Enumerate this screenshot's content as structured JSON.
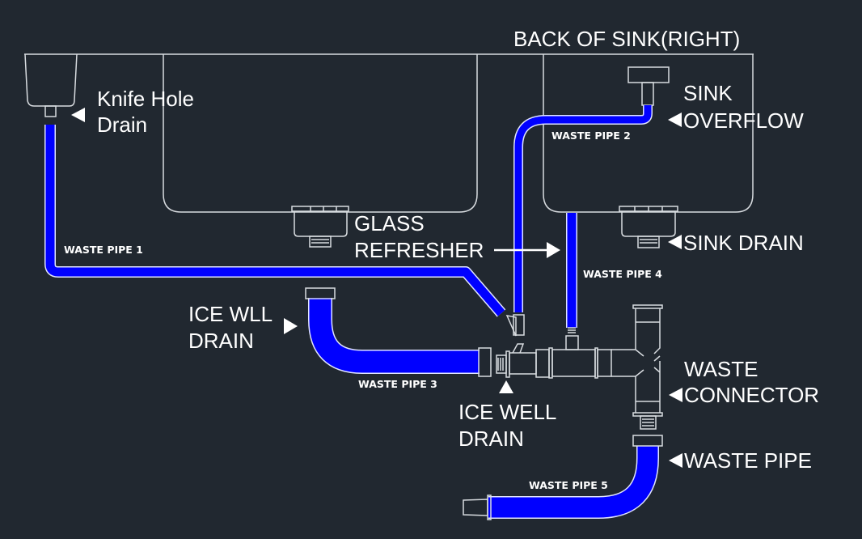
{
  "title": "BACK OF SINK(RIGHT)",
  "colors": {
    "background": "#212830",
    "pipe": "#0000ff",
    "outline": "#d8dce0",
    "text": "#ffffff"
  },
  "labels": {
    "knife_hole_drain": [
      "Knife Hole",
      "Drain"
    ],
    "sink_overflow": [
      "SINK",
      "OVERFLOW"
    ],
    "glass_refresher": [
      "GLASS",
      "REFRESHER"
    ],
    "sink_drain": "SINK DRAIN",
    "ice_wll_drain": [
      "ICE WLL",
      "DRAIN"
    ],
    "ice_well_drain": [
      "ICE WELL",
      "DRAIN"
    ],
    "waste_connector": [
      "WASTE",
      "CONNECTOR"
    ],
    "waste_pipe": "WASTE PIPE"
  },
  "pipes": {
    "p1": "WASTE PIPE 1",
    "p2": "WASTE PIPE 2",
    "p3": "WASTE PIPE 3",
    "p4": "WASTE PIPE 4",
    "p5": "WASTE PIPE 5"
  }
}
